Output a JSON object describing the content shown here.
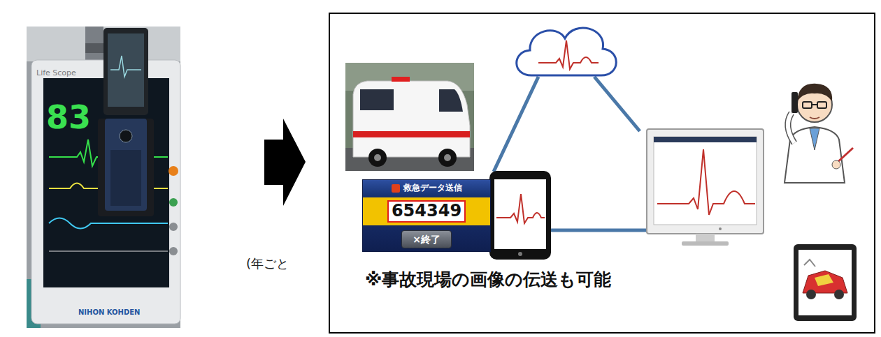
{
  "diagram": {
    "nodes": [
      {
        "text": [
          "※事故現場の画像の伝送も可能"
        ]
      },
      {
        "text": [
          "救急データ送信",
          "654349",
          "×終了"
        ],
        "in": 0
      }
    ],
    "labels": [
      "Life Scope",
      "83",
      "NIHON KOHDEN",
      "(年ごと"
    ]
  }
}
